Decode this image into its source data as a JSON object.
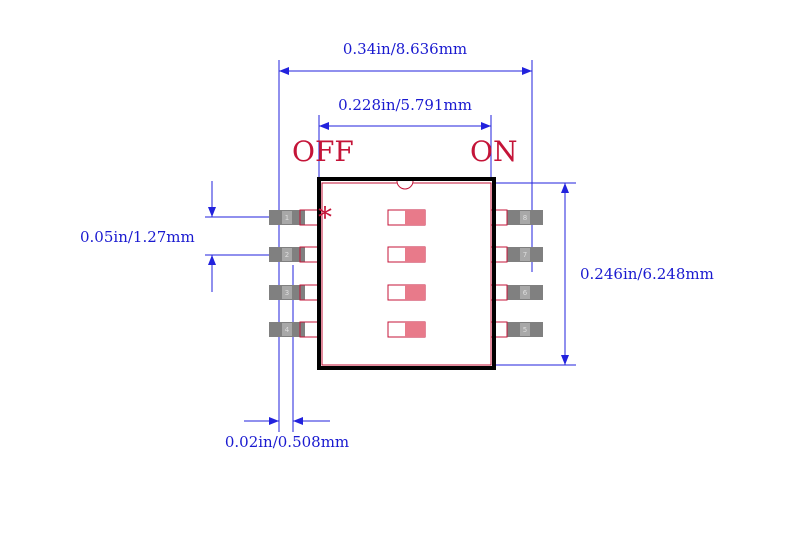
{
  "dimensions": {
    "overall_width": "0.34in/8.636mm",
    "body_width": "0.228in/5.791mm",
    "pitch": "0.05in/1.27mm",
    "body_height": "0.246in/6.248mm",
    "pad_width": "0.02in/0.508mm"
  },
  "labels": {
    "off": "OFF",
    "on": "ON",
    "pin1_marker": "*"
  },
  "pins": {
    "left": [
      "1",
      "2",
      "3",
      "4"
    ],
    "right": [
      "8",
      "7",
      "6",
      "5"
    ]
  },
  "colors": {
    "dimension": "#2222dd",
    "label": "#c41438",
    "body_outline": "#000000",
    "pad": "#808080",
    "switch": "#e87a8a"
  }
}
